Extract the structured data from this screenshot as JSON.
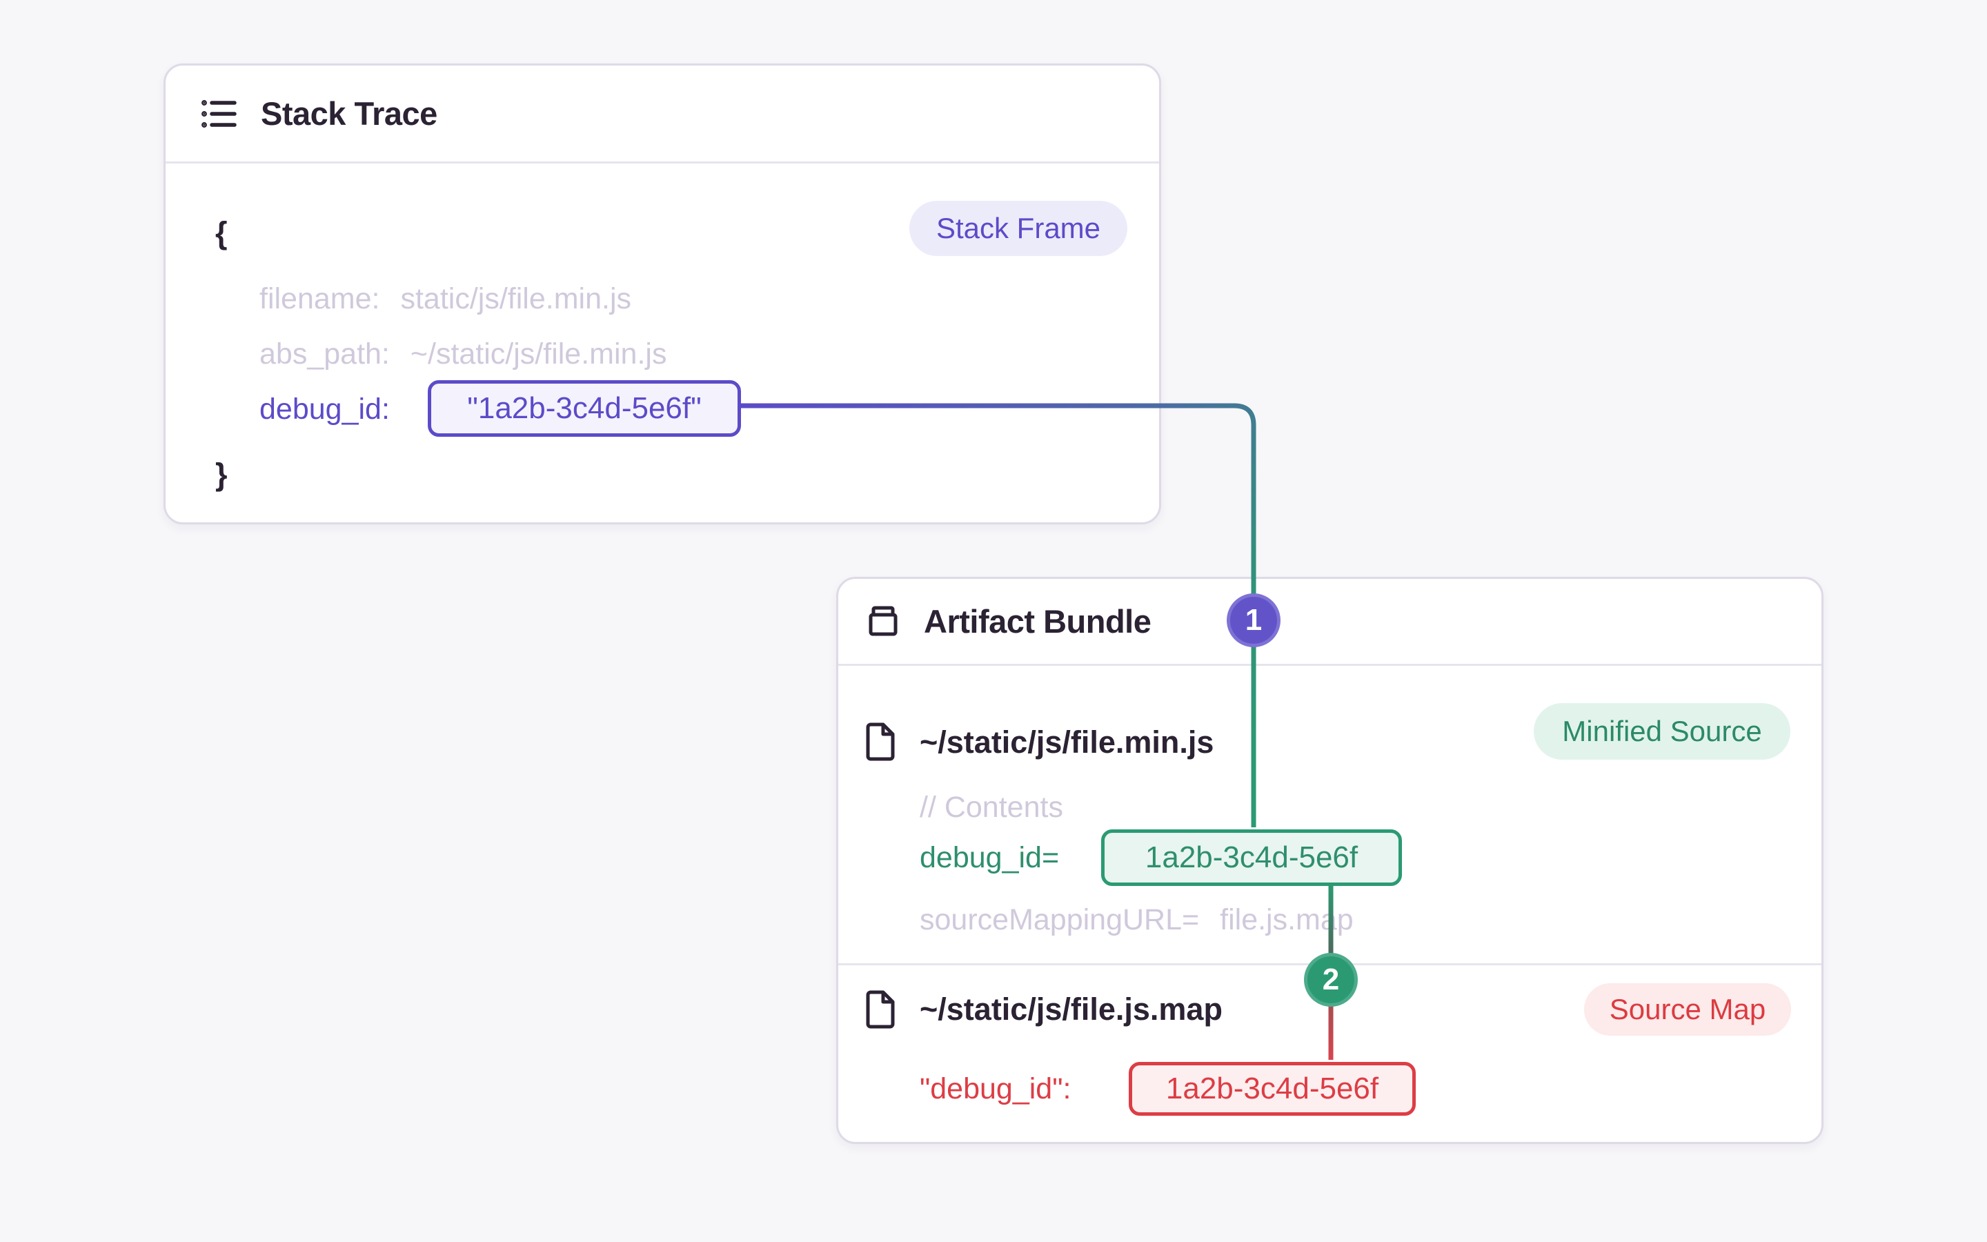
{
  "stack_trace_card": {
    "title": "Stack Trace",
    "icon": "list-icon",
    "badge": "Stack Frame",
    "code": {
      "open_brace": "{",
      "close_brace": "}",
      "lines": [
        {
          "key": "filename:",
          "value": "static/js/file.min.js"
        },
        {
          "key": "abs_path:",
          "value": "~/static/js/file.min.js"
        }
      ],
      "debug_key": "debug_id:",
      "debug_value": "\"1a2b-3c4d-5e6f\""
    }
  },
  "artifact_bundle_card": {
    "title": "Artifact Bundle",
    "icon": "archive-icon",
    "files": [
      {
        "path": "~/static/js/file.min.js",
        "badge": "Minified Source",
        "comment": "// Contents",
        "debug_key": "debug_id=",
        "debug_value": "1a2b-3c4d-5e6f",
        "source_mapping_key": "sourceMappingURL=",
        "source_mapping_value": "file.js.map"
      },
      {
        "path": "~/static/js/file.js.map",
        "badge": "Source Map",
        "debug_key": "\"debug_id\":",
        "debug_value": "1a2b-3c4d-5e6f"
      }
    ]
  },
  "markers": {
    "one": "1",
    "two": "2"
  },
  "colors": {
    "accent_purple": "#5b4bc9",
    "accent_green": "#2b9a73",
    "accent_red": "#dd3d45",
    "muted_text": "#d0c9dc",
    "dark_text": "#2b2233",
    "page_background": "#f7f6f9"
  }
}
